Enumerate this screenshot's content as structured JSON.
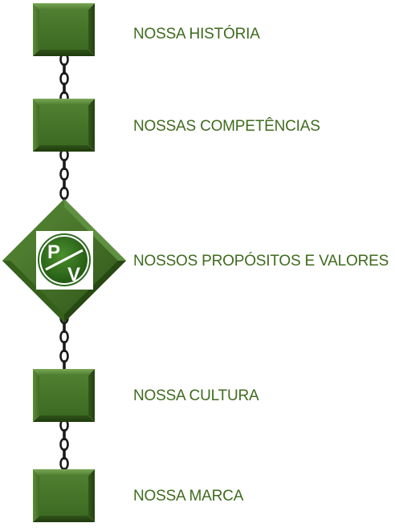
{
  "steps": [
    {
      "label": "NOSSA HISTÓRIA",
      "shape": "square"
    },
    {
      "label": "NOSSAS COMPETÊNCIAS",
      "shape": "square"
    },
    {
      "label": "NOSSOS PROPÓSITOS E VALORES",
      "shape": "diamond"
    },
    {
      "label": "NOSSA CULTURA",
      "shape": "square"
    },
    {
      "label": "NOSSA MARCA",
      "shape": "square"
    }
  ],
  "logo": {
    "letter_top": "P",
    "letter_bottom": "V",
    "name": "pv-logo"
  },
  "colors": {
    "node_fill": "#46742a",
    "node_edge_light": "#6b9a45",
    "node_edge_dark": "#2a4a16",
    "label_text": "#3f6b1e",
    "chain": "#1a1a1a",
    "logo_green": "#2e6b1f"
  }
}
